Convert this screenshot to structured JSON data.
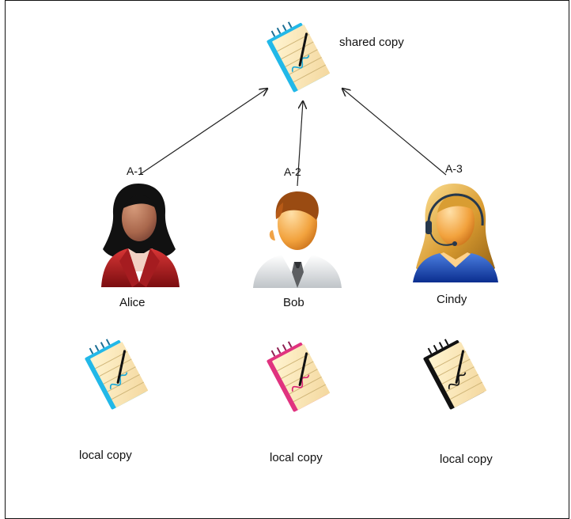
{
  "shared": {
    "label": "shared copy",
    "color": "#22b8e8"
  },
  "edges": [
    {
      "label": "A-1"
    },
    {
      "label": "A-2"
    },
    {
      "label": "A-3"
    }
  ],
  "people": [
    {
      "name": "Alice",
      "icon": "woman-red-jacket-icon"
    },
    {
      "name": "Bob",
      "icon": "man-shirt-tie-icon"
    },
    {
      "name": "Cindy",
      "icon": "woman-headset-icon"
    }
  ],
  "locals": [
    {
      "label": "local copy",
      "color": "#22b8e8"
    },
    {
      "label": "local copy",
      "color": "#e0337f"
    },
    {
      "label": "local copy",
      "color": "#111111"
    }
  ]
}
